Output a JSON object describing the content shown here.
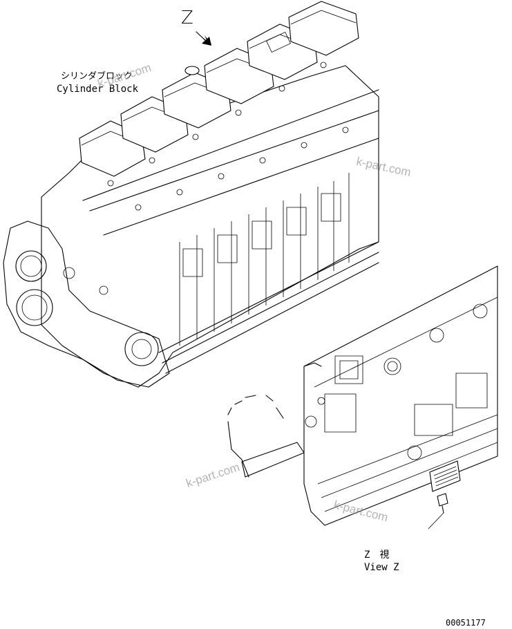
{
  "view_marker": "Z",
  "labels": {
    "cylinder_block_jp": "シリンダブロック",
    "cylinder_block_en": "Cylinder Block",
    "view_z_jp": "Z　視",
    "view_z_en": "View Z",
    "drawing_number": "00051177"
  },
  "watermarks": [
    "k-part.com",
    "k-part.com",
    "k-part.com",
    "k-part.com"
  ],
  "colors": {
    "line": "#000000",
    "background": "#ffffff",
    "watermark": "#9a9a9a"
  }
}
